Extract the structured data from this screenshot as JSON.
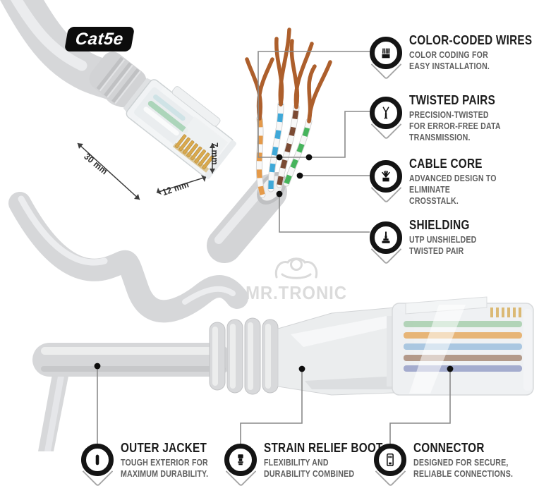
{
  "badge": {
    "label": "Cat5e"
  },
  "measurements": {
    "length": "30 mm",
    "width": "12 mm",
    "height": "7 mm"
  },
  "watermark": {
    "brand": "MR.TRONIC"
  },
  "callouts_right": [
    {
      "icon": "color-coded-wires-icon",
      "title": "COLOR-CODED WIRES",
      "description": "COLOR CODING FOR EASY INSTALLATION."
    },
    {
      "icon": "twisted-pairs-icon",
      "title": "TWISTED PAIRS",
      "description": "PRECISION-TWISTED FOR ERROR-FREE DATA TRANSMISSION."
    },
    {
      "icon": "cable-core-icon",
      "title": "CABLE CORE",
      "description": "ADVANCED DESIGN TO ELIMINATE CROSSTALK."
    },
    {
      "icon": "shielding-icon",
      "title": "SHIELDING",
      "description": "UTP UNSHIELDED TWISTED PAIR"
    }
  ],
  "callouts_bottom": [
    {
      "icon": "outer-jacket-icon",
      "title": "OUTER JACKET",
      "description": "TOUGH EXTERIOR FOR MAXIMUM DURABILITY."
    },
    {
      "icon": "strain-relief-boot-icon",
      "title": "STRAIN RELIEF BOOT",
      "description": "FLEXIBILITY AND DURABILITY COMBINED"
    },
    {
      "icon": "connector-icon",
      "title": "CONNECTOR",
      "description": "DESIGNED FOR SECURE, RELIABLE CONNECTIONS."
    }
  ],
  "colors": {
    "icon_ring": "#141414",
    "leader_line": "#8a8a8a",
    "title_text": "#1c1c1c",
    "desc_text": "#606060",
    "cable_gray": "#d6d7d9",
    "wire_orange": "#e59a49",
    "wire_blue": "#3fa8d8",
    "wire_brown": "#7b4a33",
    "wire_green": "#46b45c",
    "copper": "#ad5f2c",
    "badge_bg": "#0c0c0c",
    "badge_text": "#ffffff",
    "watermark": "#dbdbdb"
  }
}
